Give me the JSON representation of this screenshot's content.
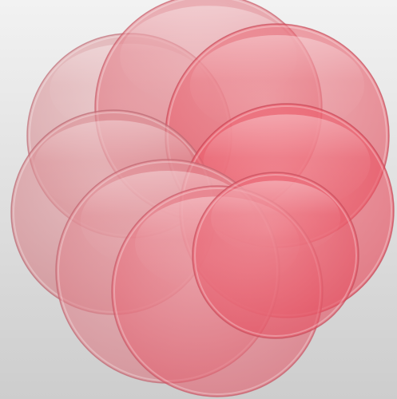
{
  "image": {
    "background": {
      "top": "#f2f2f2",
      "bottom": "#cdcdcd"
    },
    "circles": [
      {
        "name": "circle-upper-left",
        "fill_light": "#e9b5b8",
        "fill_dark": "#cf7b82",
        "stroke": "#bf6e77"
      },
      {
        "name": "circle-top-center",
        "fill_light": "#ec9fa6",
        "fill_dark": "#d9606d",
        "stroke": "#c85d69"
      },
      {
        "name": "circle-upper-right",
        "fill_light": "#f08a93",
        "fill_dark": "#e24757",
        "stroke": "#c84a58"
      },
      {
        "name": "circle-middle-left",
        "fill_light": "#e6a9ae",
        "fill_dark": "#cf7078",
        "stroke": "#bb6872"
      },
      {
        "name": "circle-middle-right",
        "fill_light": "#f37a86",
        "fill_dark": "#e53d4f",
        "stroke": "#c84655"
      },
      {
        "name": "circle-lower-left",
        "fill_light": "#e9a8ae",
        "fill_dark": "#d86f7a",
        "stroke": "#c0646f"
      },
      {
        "name": "circle-lower-center",
        "fill_light": "#ee98a1",
        "fill_dark": "#e05565",
        "stroke": "#c85866"
      },
      {
        "name": "circle-lower-right",
        "fill_light": "#f0838e",
        "fill_dark": "#e2485a",
        "stroke": "#c74e5c"
      }
    ]
  }
}
